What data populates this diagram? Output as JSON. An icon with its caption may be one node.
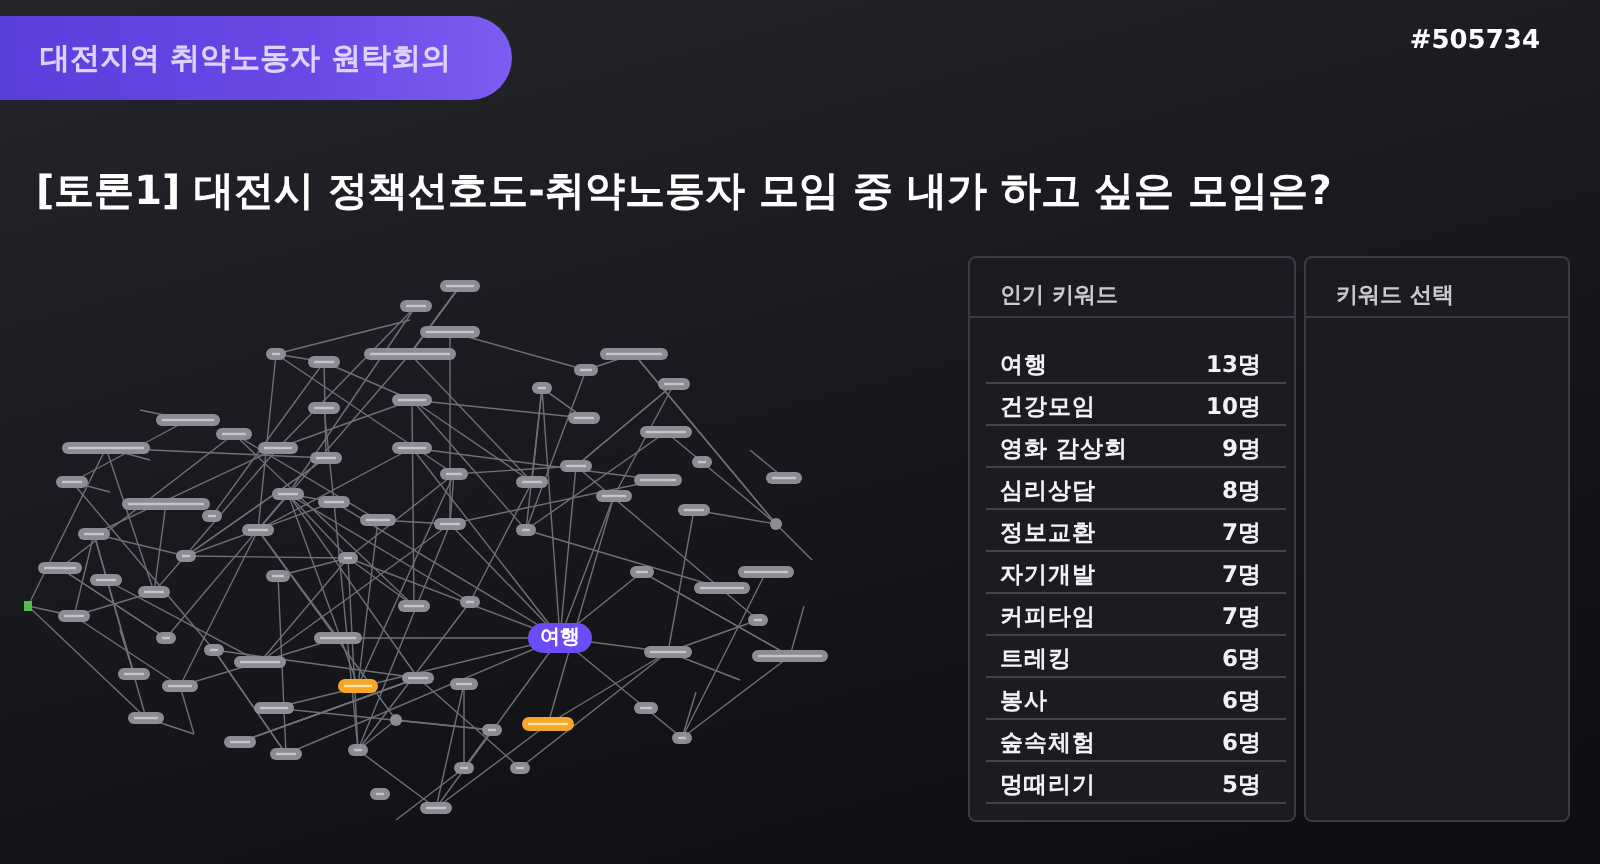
{
  "diagram": {
    "title": "[토론1] 대전시 정책선호도-취약노동자 모임 중 내가 하고 싶은 모임은?",
    "nodes": [
      {
        "text": [
          "대전지역 취약노동자 원탁회의"
        ]
      },
      {
        "text": [
          "인기 키워드",
          "여행",
          "13명",
          "건강모임",
          "10명",
          "영화 감상회",
          "9명",
          "심리상담",
          "8명",
          "정보교환",
          "7명",
          "자기개발",
          "7명",
          "커피타임",
          "7명",
          "트레킹",
          "6명",
          "봉사",
          "6명",
          "숲속체험",
          "6명",
          "멍때리기",
          "5명"
        ]
      },
      {
        "text": [
          "키워드 선택"
        ]
      },
      {
        "text": [
          "여행"
        ]
      }
    ],
    "labels": [
      "#505734"
    ]
  }
}
